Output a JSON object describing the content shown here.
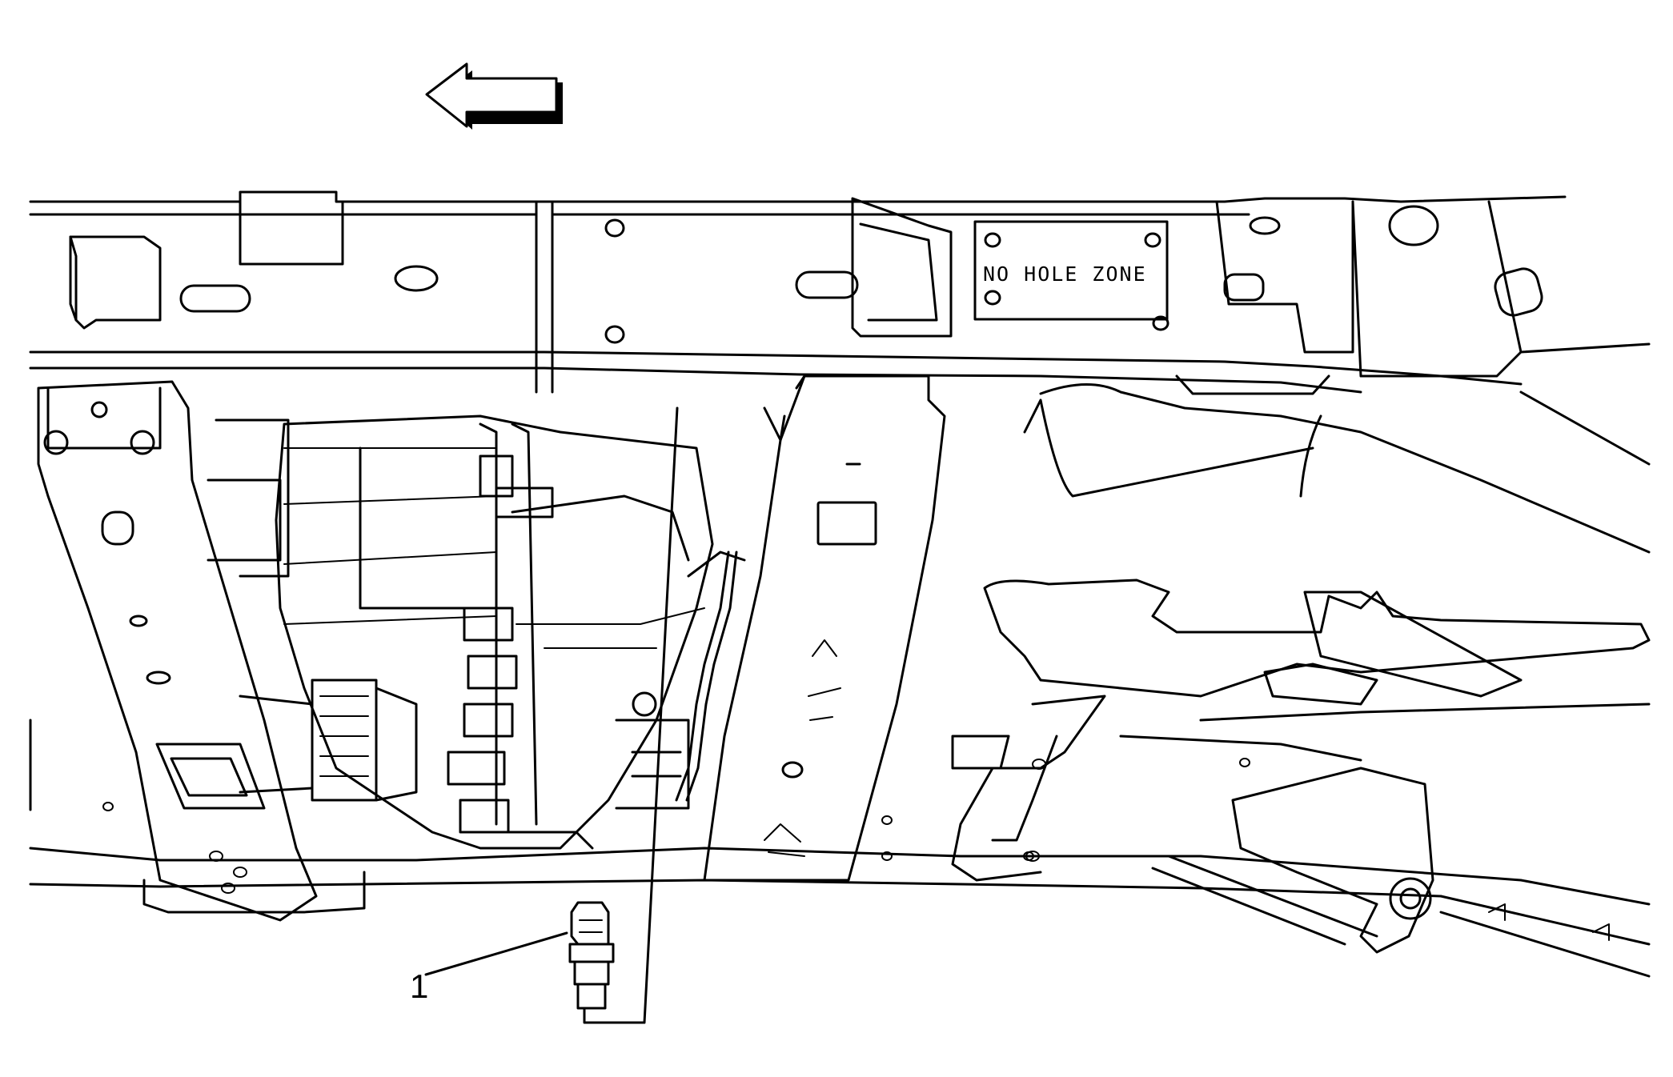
{
  "diagram": {
    "callouts": [
      {
        "id": "1",
        "label": "1"
      }
    ],
    "frame_stencil": "NO HOLE ZONE",
    "direction_arrow_icon": "arrow-left-icon",
    "line_color": "#000000",
    "background_color": "#ffffff"
  }
}
